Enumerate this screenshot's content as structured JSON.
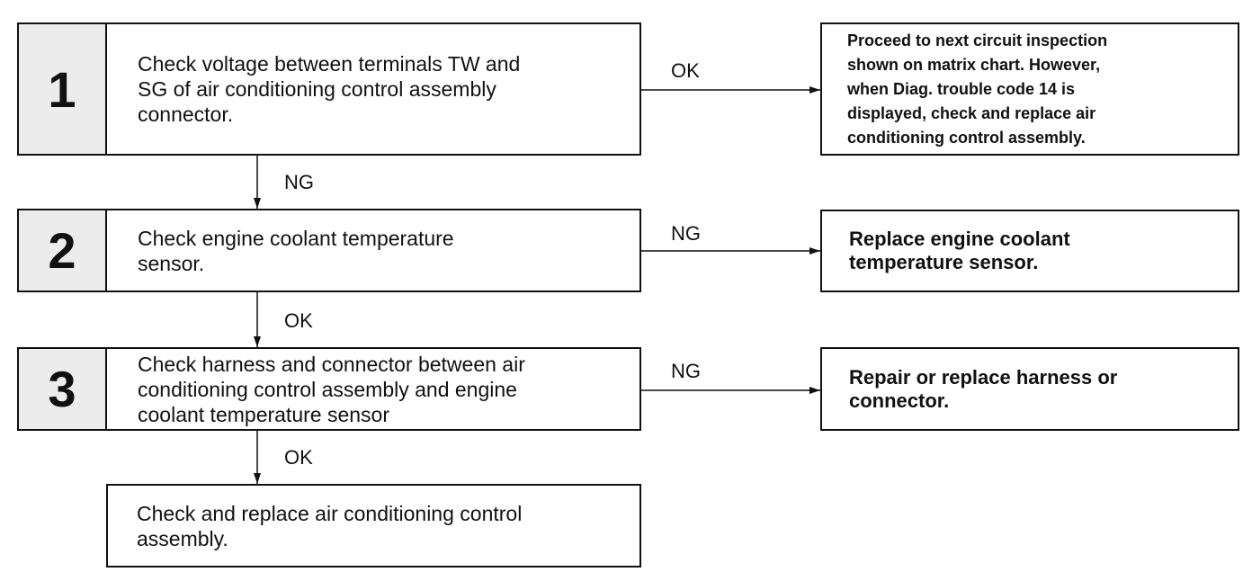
{
  "steps": [
    {
      "number": "1",
      "text": "Check voltage between terminals TW and\nSG of air conditioning control assembly\nconnector."
    },
    {
      "number": "2",
      "text": "Check engine coolant temperature\nsensor."
    },
    {
      "number": "3",
      "text": "Check harness and connector between air\nconditioning control assembly and engine\ncoolant temperature sensor"
    }
  ],
  "results": [
    {
      "text": "Proceed to next circuit inspection\nshown on matrix chart. However,\nwhen Diag. trouble code 14 is\ndisplayed, check and replace air\nconditioning control assembly."
    },
    {
      "text": "Replace engine coolant\ntemperature sensor."
    },
    {
      "text": "Repair or replace harness or\nconnector."
    }
  ],
  "final": {
    "text": "Check and replace air conditioning control\nassembly."
  },
  "edges": {
    "step1_right": "OK",
    "step1_down": "NG",
    "step2_right": "NG",
    "step2_down": "OK",
    "step3_right": "NG",
    "step3_down": "OK"
  }
}
